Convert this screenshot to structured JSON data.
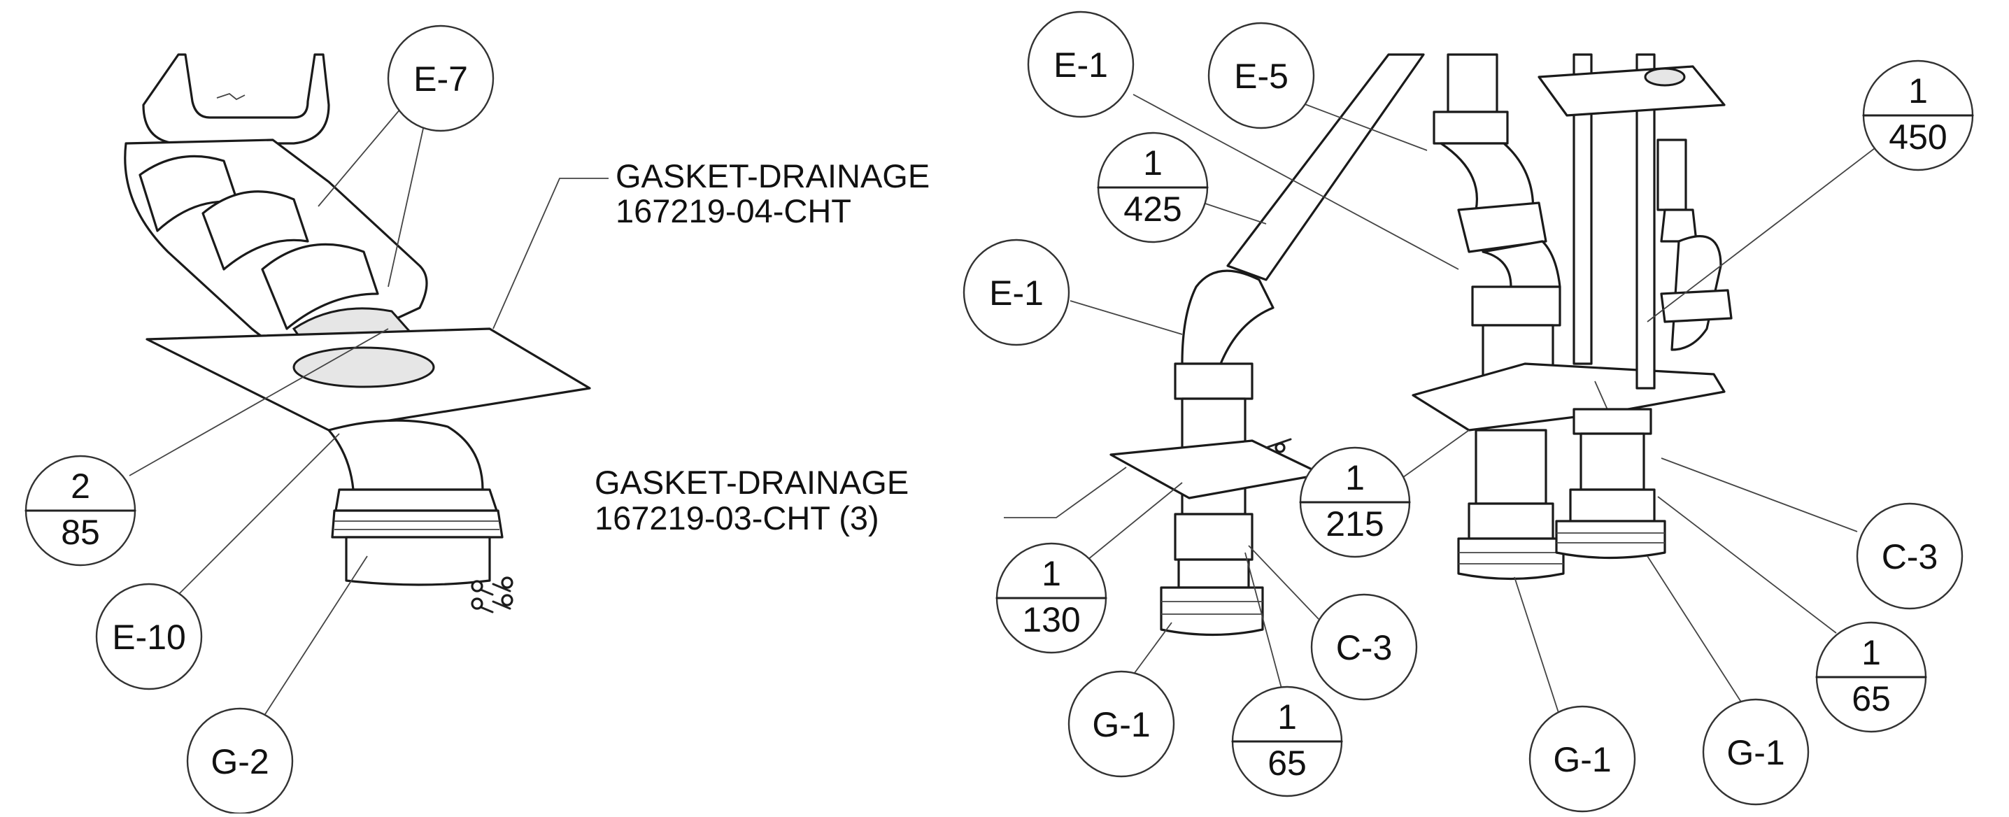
{
  "notes": {
    "top_gasket": {
      "line1": "GASKET-DRAINAGE",
      "line2": "167219-04-CHT"
    },
    "mid_gasket": {
      "line1": "GASKET-DRAINAGE",
      "line2": "167219-03-CHT (3)"
    }
  },
  "callouts": {
    "e7": "E-7",
    "e10": "E-10",
    "g2": "G-2",
    "e1_top": "E-1",
    "e5": "E-5",
    "e1_mid": "E-1",
    "c3_a": "C-3",
    "c3_b": "C-3",
    "g1_a": "G-1",
    "g1_b": "G-1",
    "g1_c": "G-1"
  },
  "fractions": {
    "f_2_85": {
      "num": "2",
      "den": "85"
    },
    "f_1_425": {
      "num": "1",
      "den": "425"
    },
    "f_1_450": {
      "num": "1",
      "den": "450"
    },
    "f_1_215": {
      "num": "1",
      "den": "215"
    },
    "f_1_130": {
      "num": "1",
      "den": "130"
    },
    "f_1_65_a": {
      "num": "1",
      "den": "65"
    },
    "f_1_65_b": {
      "num": "1",
      "den": "65"
    }
  }
}
